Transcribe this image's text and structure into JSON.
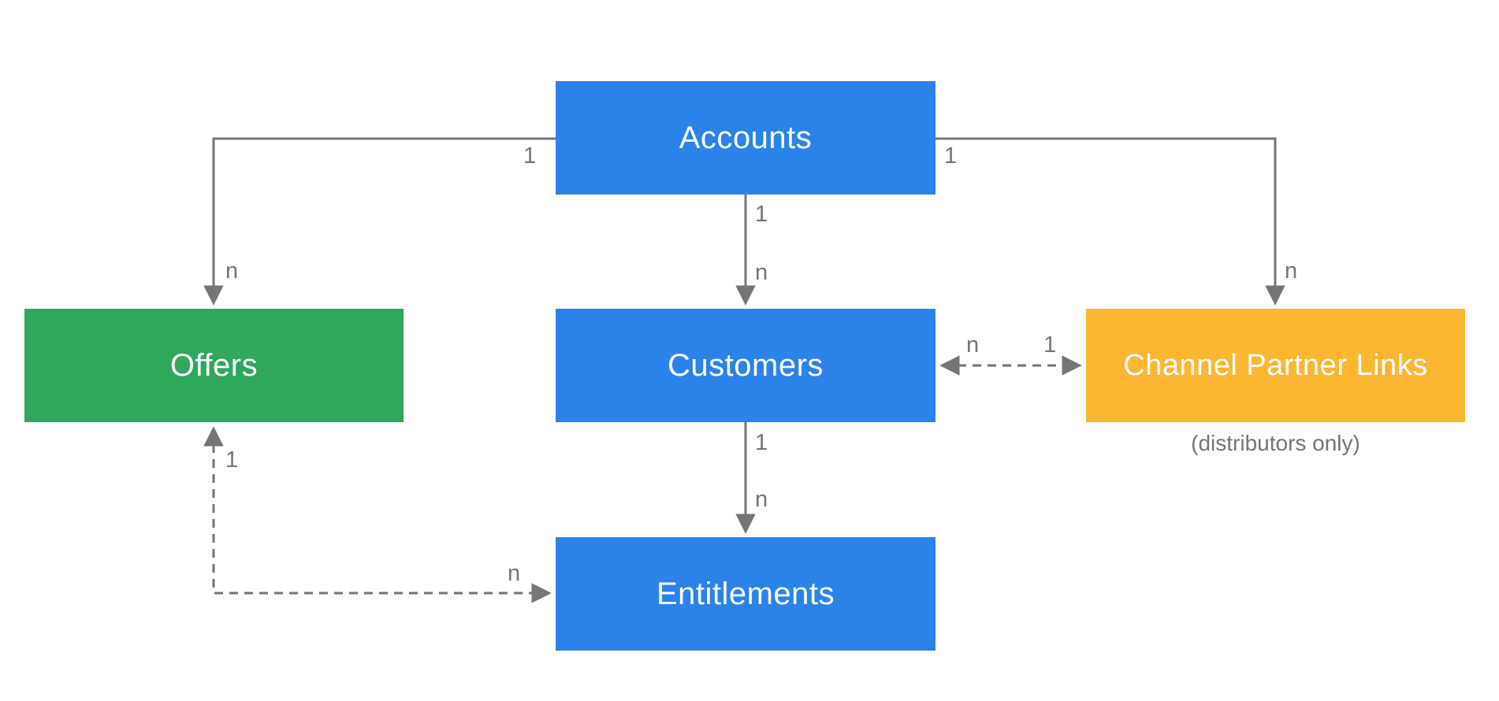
{
  "diagram": {
    "background": "#ffffff",
    "colors": {
      "entity_blue": "#2B83EA",
      "entity_green": "#2FA85C",
      "entity_yellow": "#FCB632",
      "entity_text": "#ffffff",
      "connector_gray": "#757575",
      "label_gray": "#757575"
    },
    "entities": [
      {
        "id": "accounts",
        "label": "Accounts",
        "color": "#2B83EA"
      },
      {
        "id": "offers",
        "label": "Offers",
        "color": "#2FA85C"
      },
      {
        "id": "customers",
        "label": "Customers",
        "color": "#2B83EA"
      },
      {
        "id": "channel-partner-links",
        "label": "Channel Partner Links",
        "color": "#FCB632",
        "note": "(distributors only)"
      },
      {
        "id": "entitlements",
        "label": "Entitlements",
        "color": "#2B83EA"
      }
    ],
    "relationships": [
      {
        "from": "Accounts",
        "to": "Offers",
        "from_card": "1",
        "to_card": "n",
        "line": "solid",
        "direction": "one-way"
      },
      {
        "from": "Accounts",
        "to": "Customers",
        "from_card": "1",
        "to_card": "n",
        "line": "solid",
        "direction": "one-way"
      },
      {
        "from": "Accounts",
        "to": "Channel Partner Links",
        "from_card": "1",
        "to_card": "n",
        "line": "solid",
        "direction": "one-way"
      },
      {
        "from": "Customers",
        "to": "Channel Partner Links",
        "from_card": "n",
        "to_card": "1",
        "line": "dashed",
        "direction": "two-way"
      },
      {
        "from": "Customers",
        "to": "Entitlements",
        "from_card": "1",
        "to_card": "n",
        "line": "solid",
        "direction": "one-way"
      },
      {
        "from": "Offers",
        "to": "Entitlements",
        "from_card": "1",
        "to_card": "n",
        "line": "dashed",
        "direction": "two-way"
      }
    ]
  }
}
